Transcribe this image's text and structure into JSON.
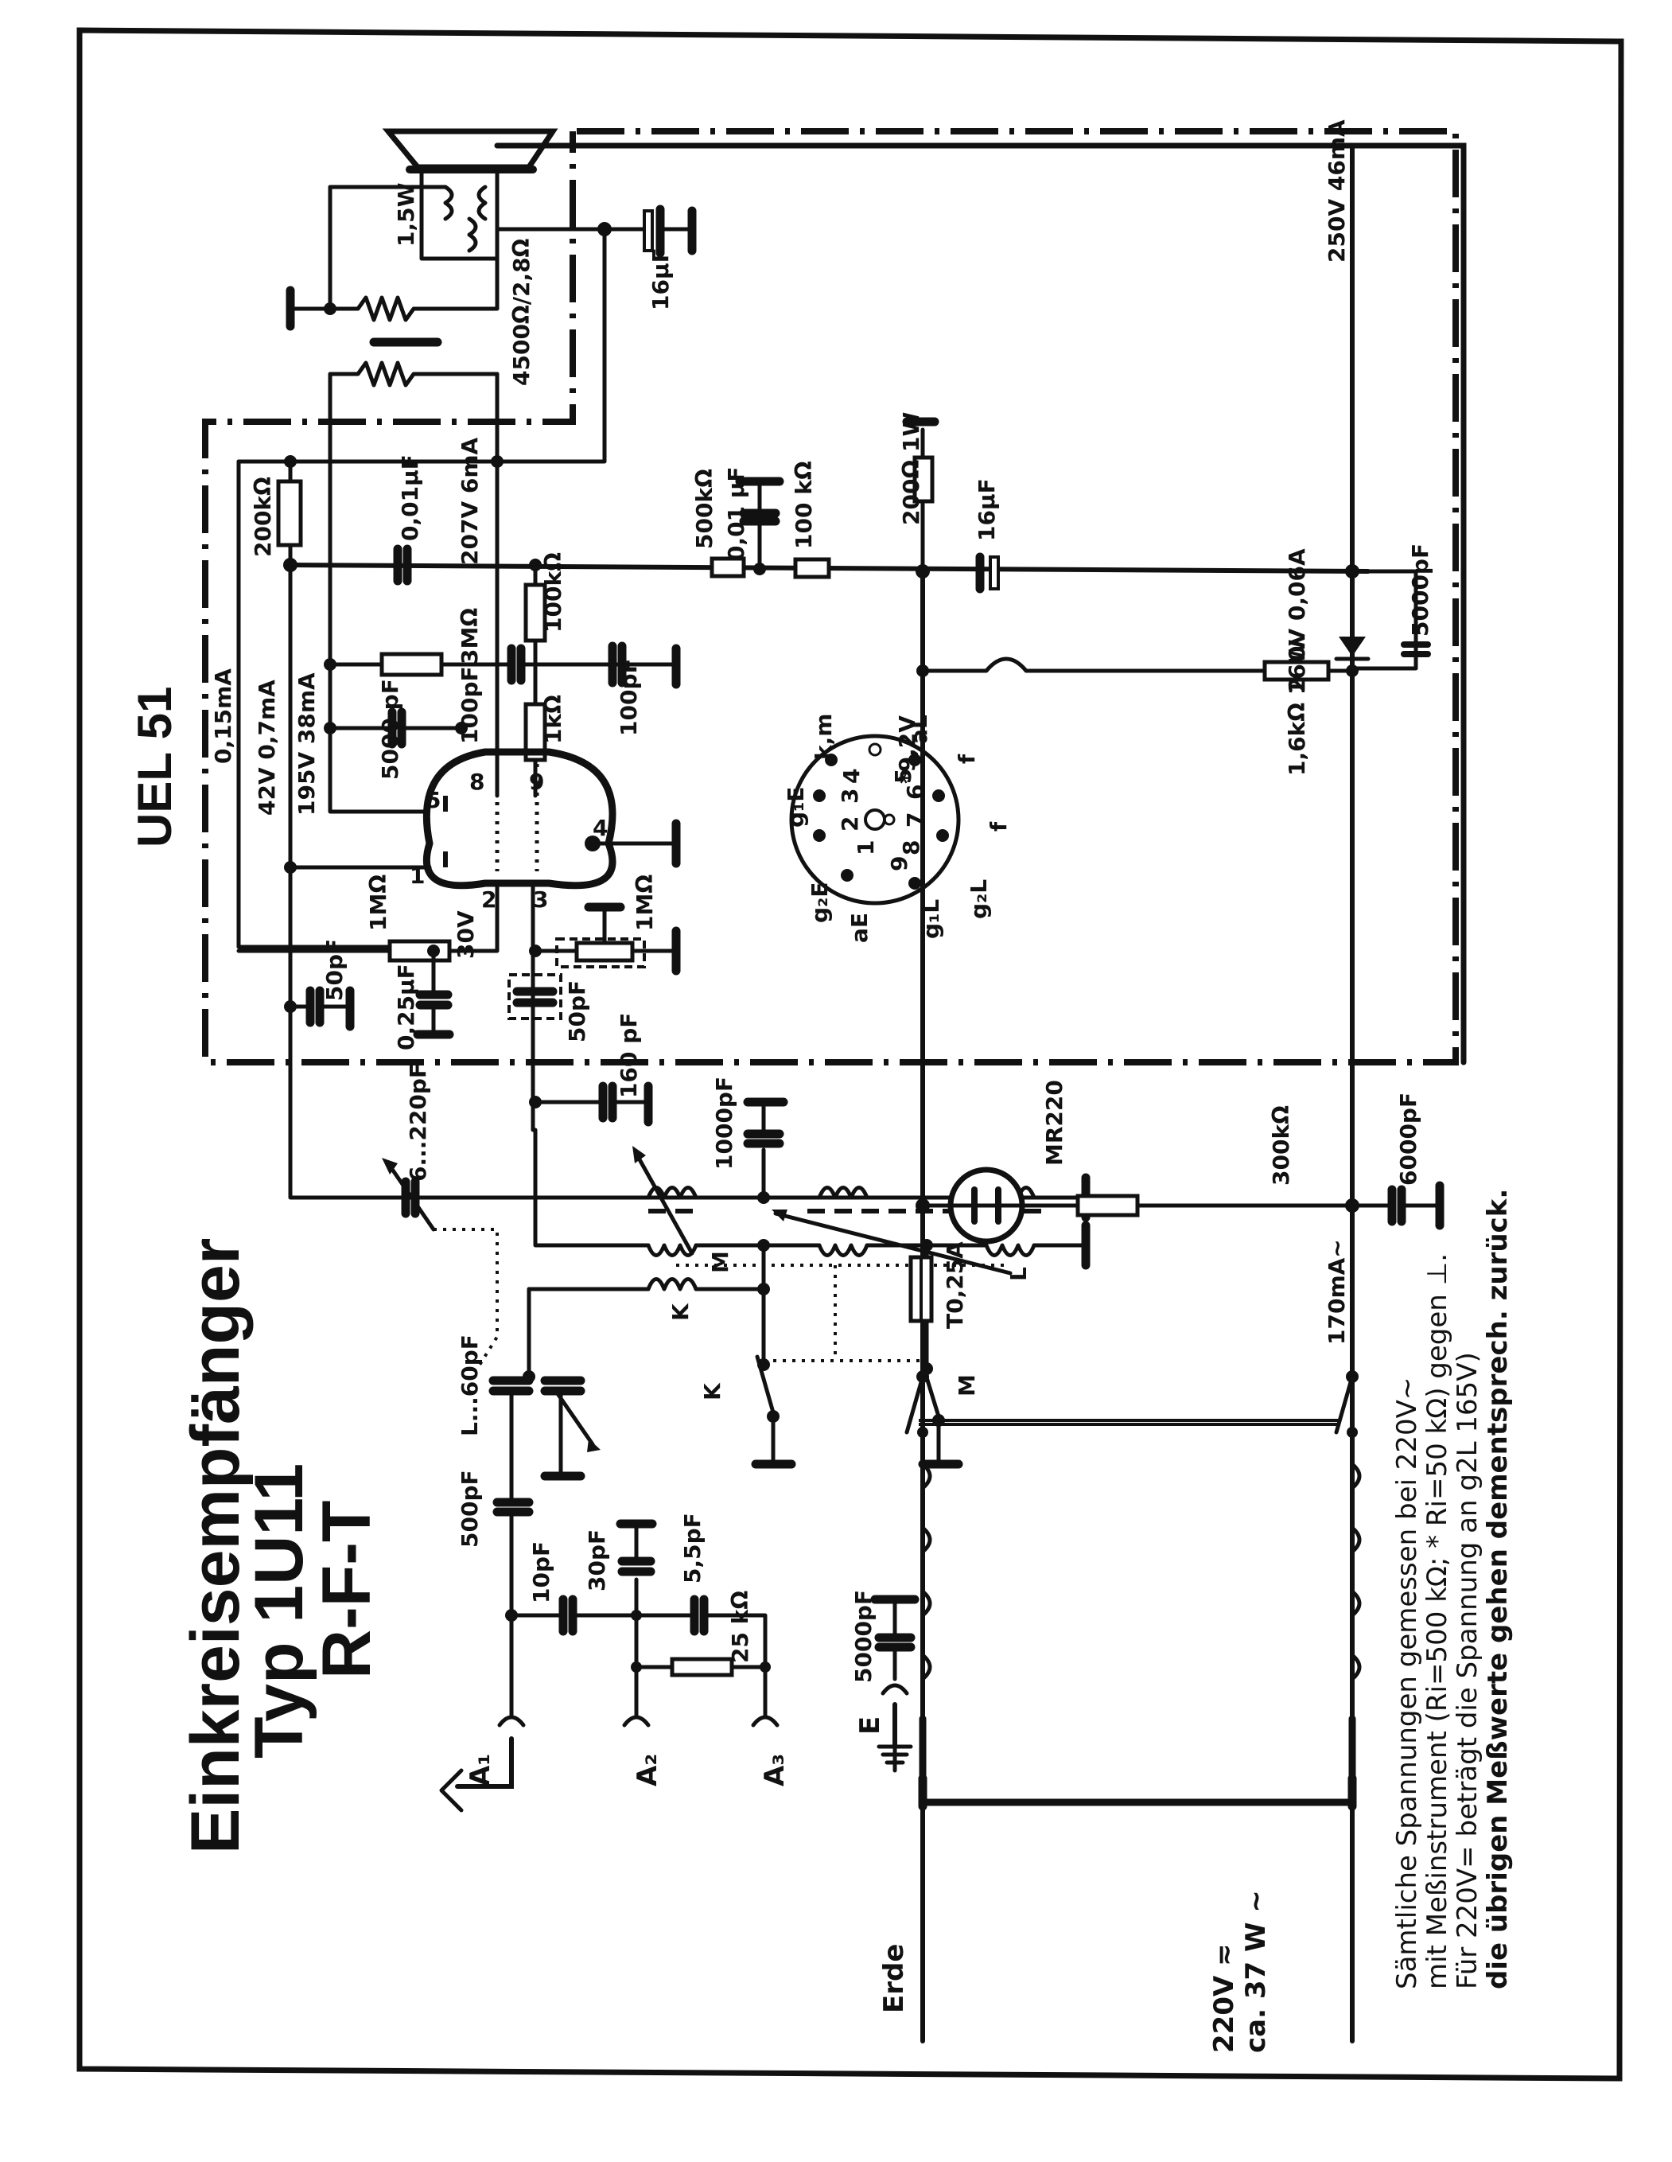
{
  "title": {
    "line1": "Einkreisempfänger",
    "line2": "Typ 1U11",
    "line3": "R-F-T"
  },
  "tube": {
    "name": "UEL 51",
    "base_pins": {
      "pin_labels": [
        "1",
        "2",
        "3",
        "4",
        "5",
        "6",
        "7",
        "8",
        "9"
      ],
      "electrodes": {
        "g1E": "g₁E",
        "km": "k,m",
        "aL": "aL",
        "f_top": "f",
        "f_bottom": "f",
        "g2L": "g₂L",
        "g1L": "g₁L",
        "aE": "aE",
        "g2E": "g₂E"
      }
    },
    "pin_numbers_on_symbol": [
      "1",
      "2",
      "3",
      "4",
      "5",
      "8",
      "9"
    ]
  },
  "output_stage": {
    "speaker_power": "1,5W",
    "transformer_ratio": "4500Ω/2,8Ω",
    "filter_cap": "16µF"
  },
  "components": {
    "r_200k": "200kΩ",
    "c_001_top": "0,01µF",
    "anode_reading": "207V 6mA",
    "r_3M": "3MΩ",
    "r_100k_grid": "100kΩ",
    "c_100pf_a": "100pF",
    "c_100pf_b": "100pF",
    "r_1k": "1kΩ",
    "c_5000pf_screen": "5000 pF",
    "current_015": "0,15mA",
    "reading_42v": "42V 0,7mA",
    "reading_195v": "195V 38mA",
    "r_1M_left": "1MΩ",
    "c_025uf": "0,25µF",
    "c_50pf_left": "50pF",
    "reading_30v": "30V",
    "c_50pf_shield": "50pF",
    "r_1M_shield": "1MΩ",
    "c_160pf": "160 pF",
    "r_500k": "500kΩ",
    "c_001_mid": "0,01 µF",
    "r_100k_mid": "100 kΩ",
    "r_200_1w": "200Ω 1W",
    "c_16uf_mid": "16µF",
    "reading_250v": "250V 46mA",
    "diode_rating": "250V 0,06A",
    "c_5000pf_right": "5000pF",
    "reading_92v": "*9,2V",
    "r_16k_16w": "1,6kΩ 16W",
    "var_cap_main": "6...220pF",
    "c_1000pf": "1000pF",
    "var_cap_lc": "L...60pF",
    "c_500pf": "500pF",
    "c_10pf": "10pF",
    "c_30pf": "30pF",
    "c_5_5pf": "5,5pF",
    "r_25k": "25 kΩ",
    "c_5000pf_earth": "5000pF",
    "lamp": "MR220",
    "r_300k": "300kΩ",
    "c_6000pf": "6000pF",
    "fuse": "T0,25A",
    "mains_current": "170mA~"
  },
  "switches": {
    "k_label": "K",
    "m_label": "M",
    "l_label": "L"
  },
  "terminals": {
    "a1": "A₁",
    "a2": "A₂",
    "a3": "A₃",
    "e": "E",
    "erde": "Erde"
  },
  "mains": {
    "voltage": "220V ≂",
    "power": "ca. 37 W ~"
  },
  "notes": [
    "Sämtliche Spannungen gemessen bei 220V~",
    "mit Meßinstrument (Ri=500 kΩ; * Ri=50 kΩ) gegen ⊥.",
    "Für 220V= beträgt die Spannung an g2L 165V)",
    "die übrigen Meßwerte gehen dementsprech. zurück."
  ]
}
